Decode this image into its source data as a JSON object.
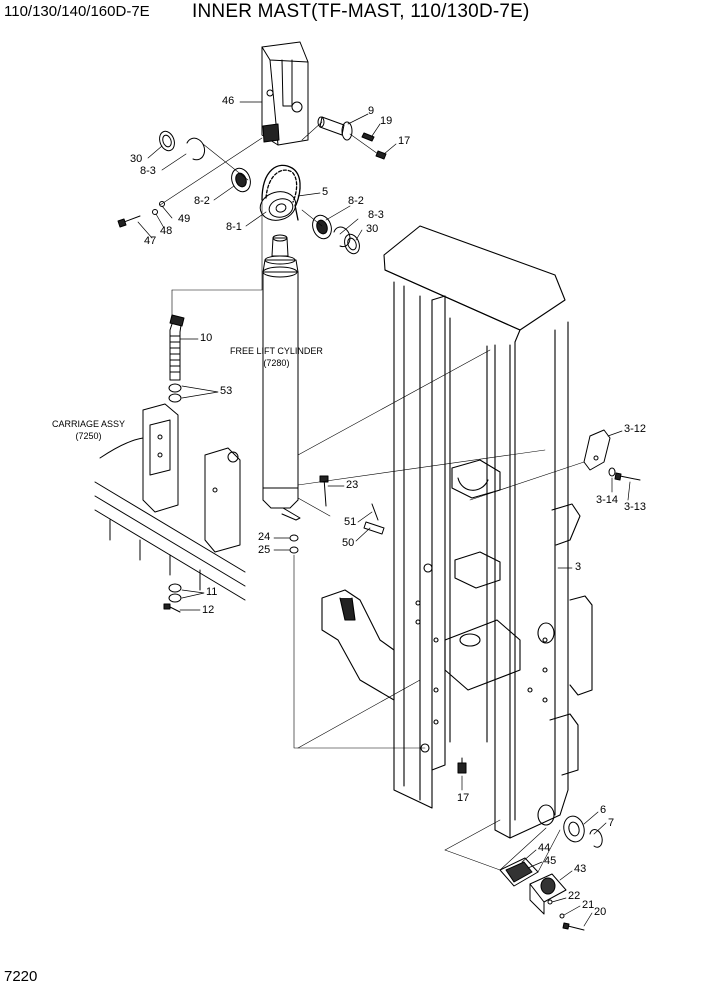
{
  "header": {
    "model_code": "110/130/140/160D-7E",
    "title": "INNER MAST(TF-MAST, 110/130D-7E)"
  },
  "footer": {
    "page_number": "7220"
  },
  "notes": {
    "free_lift_cylinder": {
      "line1": "FREE LIFT CYLINDER",
      "line2": "(7280)"
    },
    "carriage_assy": {
      "line1": "CARRIAGE ASSY",
      "line2": "(7250)"
    }
  },
  "callouts": [
    "46",
    "9",
    "19",
    "17",
    "30",
    "8-3",
    "5",
    "8-2",
    "8-1",
    "49",
    "48",
    "47",
    "8-2",
    "8-3",
    "30",
    "10",
    "53",
    "3-12",
    "3-14",
    "3-13",
    "23",
    "51",
    "50",
    "24",
    "25",
    "3",
    "11",
    "12",
    "17",
    "6",
    "7",
    "44",
    "45",
    "43",
    "22",
    "21",
    "20"
  ]
}
